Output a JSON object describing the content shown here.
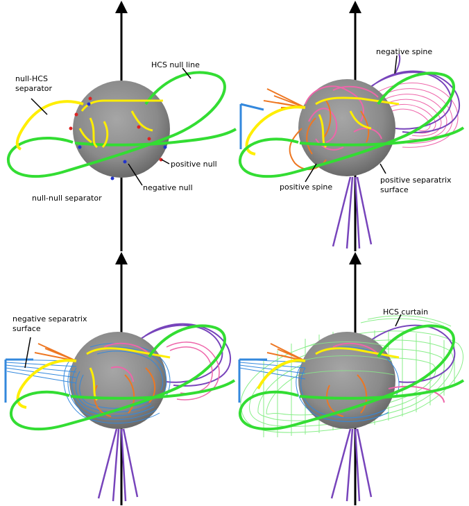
{
  "panels": [
    {
      "id": "top-left",
      "labels": [
        {
          "key": "null_hcs_separator_1",
          "text": "null-HCS"
        },
        {
          "key": "null_hcs_separator_2",
          "text": "separator"
        },
        {
          "key": "hcs_null_line",
          "text": "HCS null line"
        },
        {
          "key": "positive_null",
          "text": "positive null"
        },
        {
          "key": "negative_null",
          "text": "negative null"
        },
        {
          "key": "null_null_separator",
          "text": "null-null separator"
        }
      ]
    },
    {
      "id": "top-right",
      "labels": [
        {
          "key": "negative_spine",
          "text": "negative spine"
        },
        {
          "key": "positive_spine",
          "text": "positive spine"
        },
        {
          "key": "positive_separatrix_surface_1",
          "text": "positive separatrix"
        },
        {
          "key": "positive_separatrix_surface_2",
          "text": "surface"
        }
      ]
    },
    {
      "id": "bottom-left",
      "labels": [
        {
          "key": "negative_separatrix_surface_1",
          "text": "negative separatrix"
        },
        {
          "key": "negative_separatrix_surface_2",
          "text": "surface"
        }
      ]
    },
    {
      "id": "bottom-right",
      "labels": [
        {
          "key": "hcs_curtain",
          "text": "HCS curtain"
        }
      ]
    }
  ],
  "colors": {
    "sphere": "#8c8c8c",
    "hcs_null_line": "#33dd33",
    "separator": "#ffee00",
    "positive_spine": "#ee7722",
    "negative_spine": "#7744bb",
    "positive_separatrix": "#ee66aa",
    "negative_separatrix": "#3388dd",
    "hcs_curtain": "#88ee88",
    "positive_null": "#dd2222",
    "negative_null": "#2233cc",
    "axis": "#000000"
  }
}
